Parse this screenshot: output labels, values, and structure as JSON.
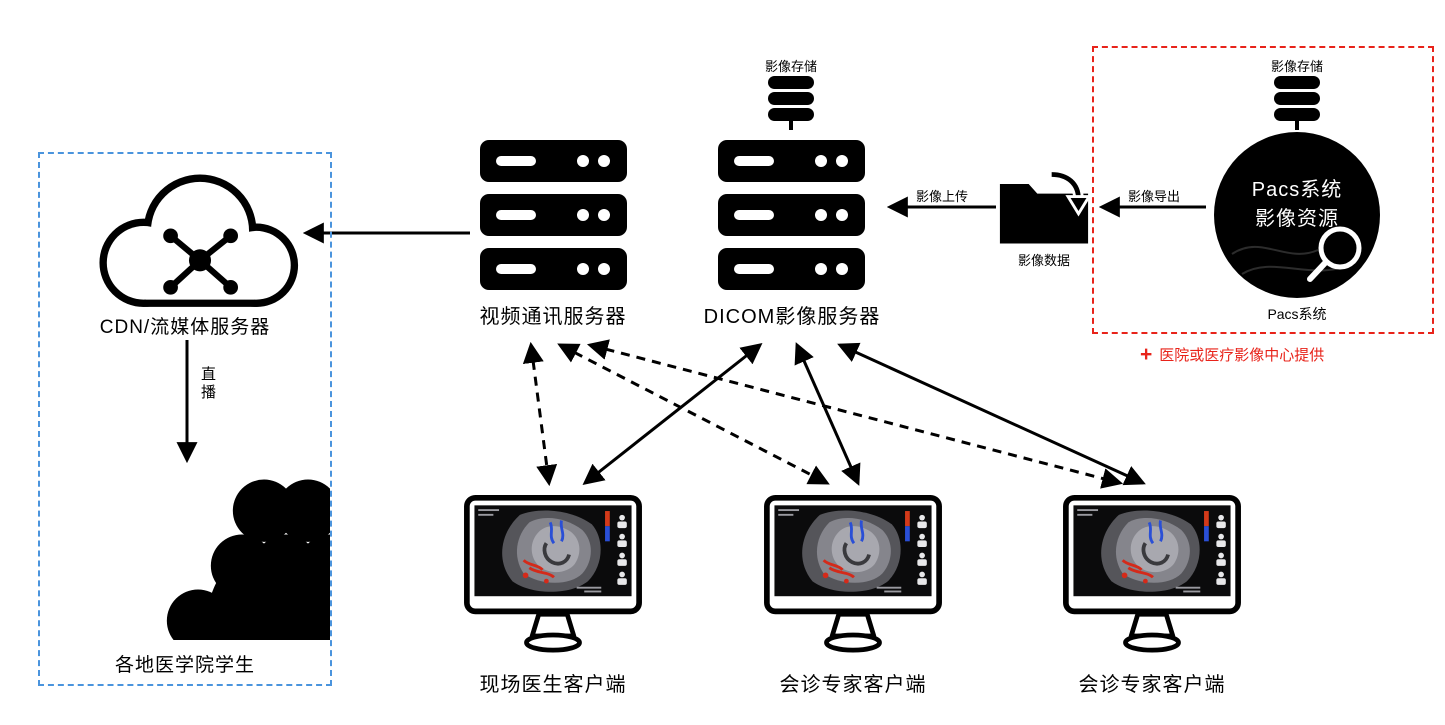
{
  "colors": {
    "accent_red": "#e8231a",
    "accent_blue": "#4a94dd",
    "ink": "#000000"
  },
  "pacs": {
    "storage_label": "影像存储",
    "system_line1": "Pacs系统",
    "system_line2": "影像资源",
    "caption": "Pacs系统",
    "note_plus": "+",
    "note_text": "医院或医疗影像中心提供"
  },
  "flows": {
    "export_label": "影像导出",
    "data_label": "影像数据",
    "upload_label": "影像上传",
    "live_label": "直播"
  },
  "dicom": {
    "storage_label": "影像存储",
    "label": "DICOM影像服务器"
  },
  "video": {
    "label": "视频通讯服务器"
  },
  "cdn": {
    "label": "CDN/流媒体服务器"
  },
  "students": {
    "label": "各地医学院学生"
  },
  "clients": [
    {
      "label": "现场医生客户端"
    },
    {
      "label": "会诊专家客户端"
    },
    {
      "label": "会诊专家客户端"
    }
  ]
}
